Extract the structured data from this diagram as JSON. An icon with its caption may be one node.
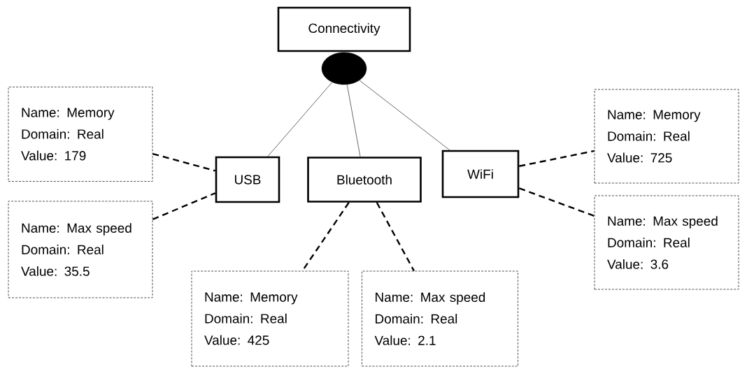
{
  "diagram": {
    "nodes": [
      {
        "text": [
          "Connectivity"
        ]
      },
      {
        "text": [],
        "shape": "ellipse"
      },
      {
        "text": [
          "USB"
        ]
      },
      {
        "text": [
          "Bluetooth"
        ]
      },
      {
        "text": [
          "WiFi"
        ]
      },
      {
        "text": [
          "Name: Memory",
          "Domain: Real",
          "Value: 179"
        ]
      },
      {
        "text": [
          "Name: Memory",
          "Domain: Real",
          "Value: 725"
        ]
      },
      {
        "text": [
          "Name: Max speed",
          "Domain: Real",
          "Value: 35.5"
        ]
      },
      {
        "text": [
          "Name: Max speed",
          "Domain: Real",
          "Value: 3.6"
        ]
      },
      {
        "text": [
          "Name: Memory",
          "Domain: Real",
          "Value: 425"
        ]
      },
      {
        "text": [
          "Name: Max speed",
          "Domain: Real",
          "Value: 2.1"
        ]
      }
    ],
    "edges": [
      {
        "from": 1,
        "to": 2,
        "arrow": "none"
      },
      {
        "from": 1,
        "to": 3,
        "arrow": "none"
      },
      {
        "from": 1,
        "to": 4,
        "arrow": "none"
      },
      {
        "from": 5,
        "to": 2,
        "arrow": "none",
        "style": "dashed"
      },
      {
        "from": 7,
        "to": 2,
        "arrow": "none",
        "style": "dashed"
      },
      {
        "from": 3,
        "to": 9,
        "arrow": "none",
        "style": "dashed"
      },
      {
        "from": 3,
        "to": 10,
        "arrow": "none",
        "style": "dashed"
      },
      {
        "from": 4,
        "to": 6,
        "arrow": "none",
        "style": "dashed"
      },
      {
        "from": 4,
        "to": 8,
        "arrow": "none",
        "style": "dashed"
      }
    ]
  }
}
